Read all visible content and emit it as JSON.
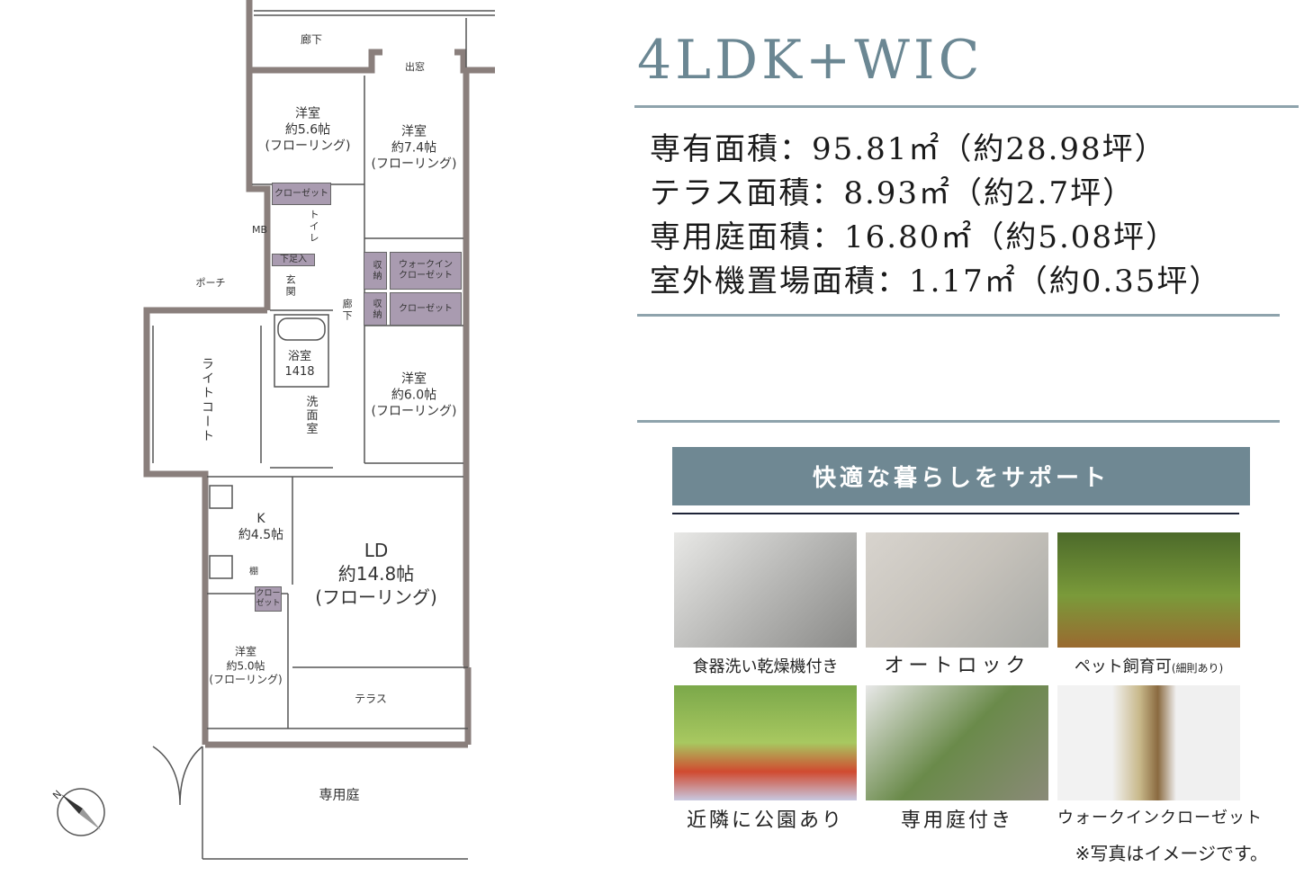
{
  "floor_plan": {
    "rooms": {
      "corridor_top": "廊下",
      "bay_window": "出窓",
      "room1": {
        "name": "洋室",
        "size": "約5.6帖",
        "floor": "(フローリング)"
      },
      "room2": {
        "name": "洋室",
        "size": "約7.4帖",
        "floor": "(フローリング)"
      },
      "room3": {
        "name": "洋室",
        "size": "約6.0帖",
        "floor": "(フローリング)"
      },
      "room4": {
        "name": "洋室",
        "size": "約5.0帖",
        "floor": "(フローリング)"
      },
      "closet1": "クローゼット",
      "toilet": "トイレ",
      "mb": "MB",
      "shoe_box": "下足入",
      "entrance": "玄関",
      "porch": "ポーチ",
      "storage1": "収納",
      "storage2": "収納",
      "wic": "ウォークイン クローゼット",
      "closet2": "クローゼット",
      "hall": "廊下",
      "light_court": "ライトコート",
      "bath": {
        "name": "浴室",
        "size": "1418"
      },
      "washroom": "洗面室",
      "kitchen": {
        "name": "K",
        "size": "約4.5帖"
      },
      "ld": {
        "name": "LD",
        "size": "約14.8帖",
        "floor": "(フローリング)"
      },
      "shelf": "棚",
      "closet3": "クロー ゼット",
      "terrace": "テラス",
      "garden": "専用庭"
    },
    "compass": "N"
  },
  "header": {
    "title": "4LDK+WIC"
  },
  "areas": [
    "専有面積：95.81㎡（約28.98坪）",
    "テラス面積：8.93㎡（約2.7坪）",
    "専用庭面積：16.80㎡（約5.08坪）",
    "室外機置場面積：1.17㎡（約0.35坪）"
  ],
  "features": {
    "banner": "快適な暮らしをサポート",
    "items": [
      {
        "caption": "食器洗い乾燥機付き"
      },
      {
        "caption": "オートロック"
      },
      {
        "caption": "ペット飼育可",
        "sub": "(細則あり)"
      },
      {
        "caption": "近隣に公園あり"
      },
      {
        "caption": "専用庭付き"
      },
      {
        "caption": "ウォークインクローゼット"
      }
    ],
    "note": "※写真はイメージです。"
  },
  "colors": {
    "accent": "#6f8893",
    "title": "#6b8793",
    "wall": "#8a7f7c",
    "storage": "#a99bb0"
  }
}
